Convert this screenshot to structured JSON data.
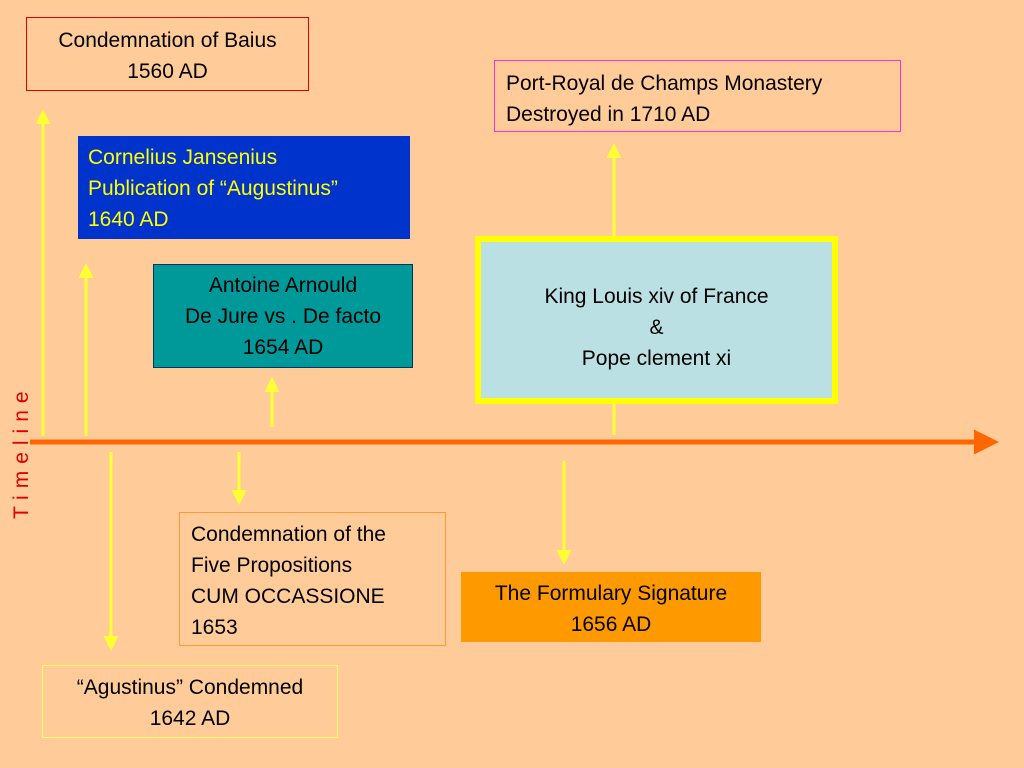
{
  "timeline": {
    "label": "Timeline"
  },
  "events": {
    "baius": {
      "lines": [
        "Condemnation of Baius",
        "1560 AD"
      ]
    },
    "port_royal": {
      "lines": [
        "Port-Royal de Champs Monastery",
        "Destroyed  in 1710 AD"
      ]
    },
    "jansenius": {
      "lines": [
        "Cornelius Jansenius",
        "Publication  of “Augustinus”",
        "1640 AD"
      ]
    },
    "arnould": {
      "lines": [
        "Antoine Arnould",
        "De Jure vs . De facto",
        "1654 AD"
      ]
    },
    "king_pope": {
      "lines": [
        "King Louis xiv of France",
        "&",
        "Pope clement xi"
      ]
    },
    "five_propositions": {
      "lines": [
        "Condemnation of the",
        "Five Propositions",
        "CUM OCCASSIONE",
        "1653"
      ]
    },
    "formulary": {
      "lines": [
        "The Formulary Signature",
        "1656 AD"
      ]
    },
    "agustinus": {
      "lines": [
        "“Agustinus” Condemned",
        "1642 AD"
      ]
    }
  },
  "colors": {
    "background": "#ffcc99",
    "timeline_axis": "#ff6600",
    "connector_arrows": "#ffff33",
    "timeline_label": "#e00000"
  }
}
